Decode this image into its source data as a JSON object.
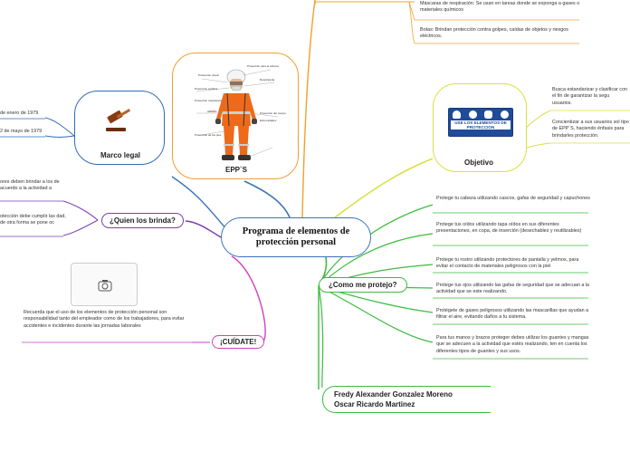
{
  "central": {
    "title": "Programa de elementos de protección personal"
  },
  "epp": {
    "title": "EPP´S",
    "items": [
      "Máscaras de respiración: Se usan en tareas donde se exponga a gases o materiales químicos",
      "Botas: Brindan protección contra golpes, caídas de objetos y riesgos eléctricos."
    ],
    "figure_labels": [
      "Protección visual",
      "Protección para la cabeza",
      "Protección auditiva",
      "Respiratoria",
      "Protección respiratoria",
      "Protección del cuerpo",
      "Extremidades",
      "Protección de los pies",
      "ARNÉS"
    ]
  },
  "marco_legal": {
    "title": "Marco legal",
    "items": [
      "de enero de 1979",
      "2 de mayo de 1979"
    ]
  },
  "quien": {
    "title": "¿Quien los brinda?",
    "items": [
      "ores deben brindar a los de acuerdo a la actividad a",
      "otección debe cumplir las dad, de otra forma se pone oc"
    ]
  },
  "cuidate": {
    "title": "¡CUÍDATE!",
    "text": "Recuerda que el uso de los elementos de protección personal son responsabilidad tanto del empleador como de los trabajadores, para evitar accidentes e incidentes durante las jornadas laborales"
  },
  "objetivo": {
    "title": "Objetivo",
    "sign": "USE LOS ELEMENTOS DE PROTECCION",
    "items": [
      "Busca estandarizar y clasificar con el fin de garantizar la segu usuarios.",
      "Concientizar a sus usuarios sol tipo de EPP´S, haciendo énfasis para brindarles protección."
    ]
  },
  "como": {
    "title": "¿Como me protejo?",
    "items": [
      "Protege tu cabeza utilizando cascos, gafas de seguridad y capuchones",
      "Protege tus oídos utilizando tapa oídos en sus diferentes presentaciones, en copa, de inserción (desechables y reutilizables)",
      "Protege tu rostro utilizando protectores de pantalla y yelmos, para evitar el contacto de materiales peligrosos con la piel",
      "Protege tus ojos utilizando las gafas de seguridad que se adecuan a la actividad que se este realizando.",
      "Protégete de gases peligrosos utilizando las mascarillas que ayudan a filtrar el aire, evitando daños a tu sistema.",
      "Para tus manos y brazos proteger debes utilizar los guantes y mangas que se adecuen a la actividad que estés realizando, ten en cuenta los diferentes tipos de guantes y sus usos."
    ]
  },
  "authors": {
    "names": [
      "Fredy Alexander Gonzalez Moreno",
      "Oscar Ricardo Martinez"
    ]
  },
  "colors": {
    "central": "#3b73b9",
    "epp": "#f0a030",
    "marco": "#2f6eb5",
    "quien": "#7b3fb0",
    "cuidate": "#d040c0",
    "objetivo": "#d8e040",
    "como": "#3cbc3c",
    "authors": "#3cbc3c"
  }
}
